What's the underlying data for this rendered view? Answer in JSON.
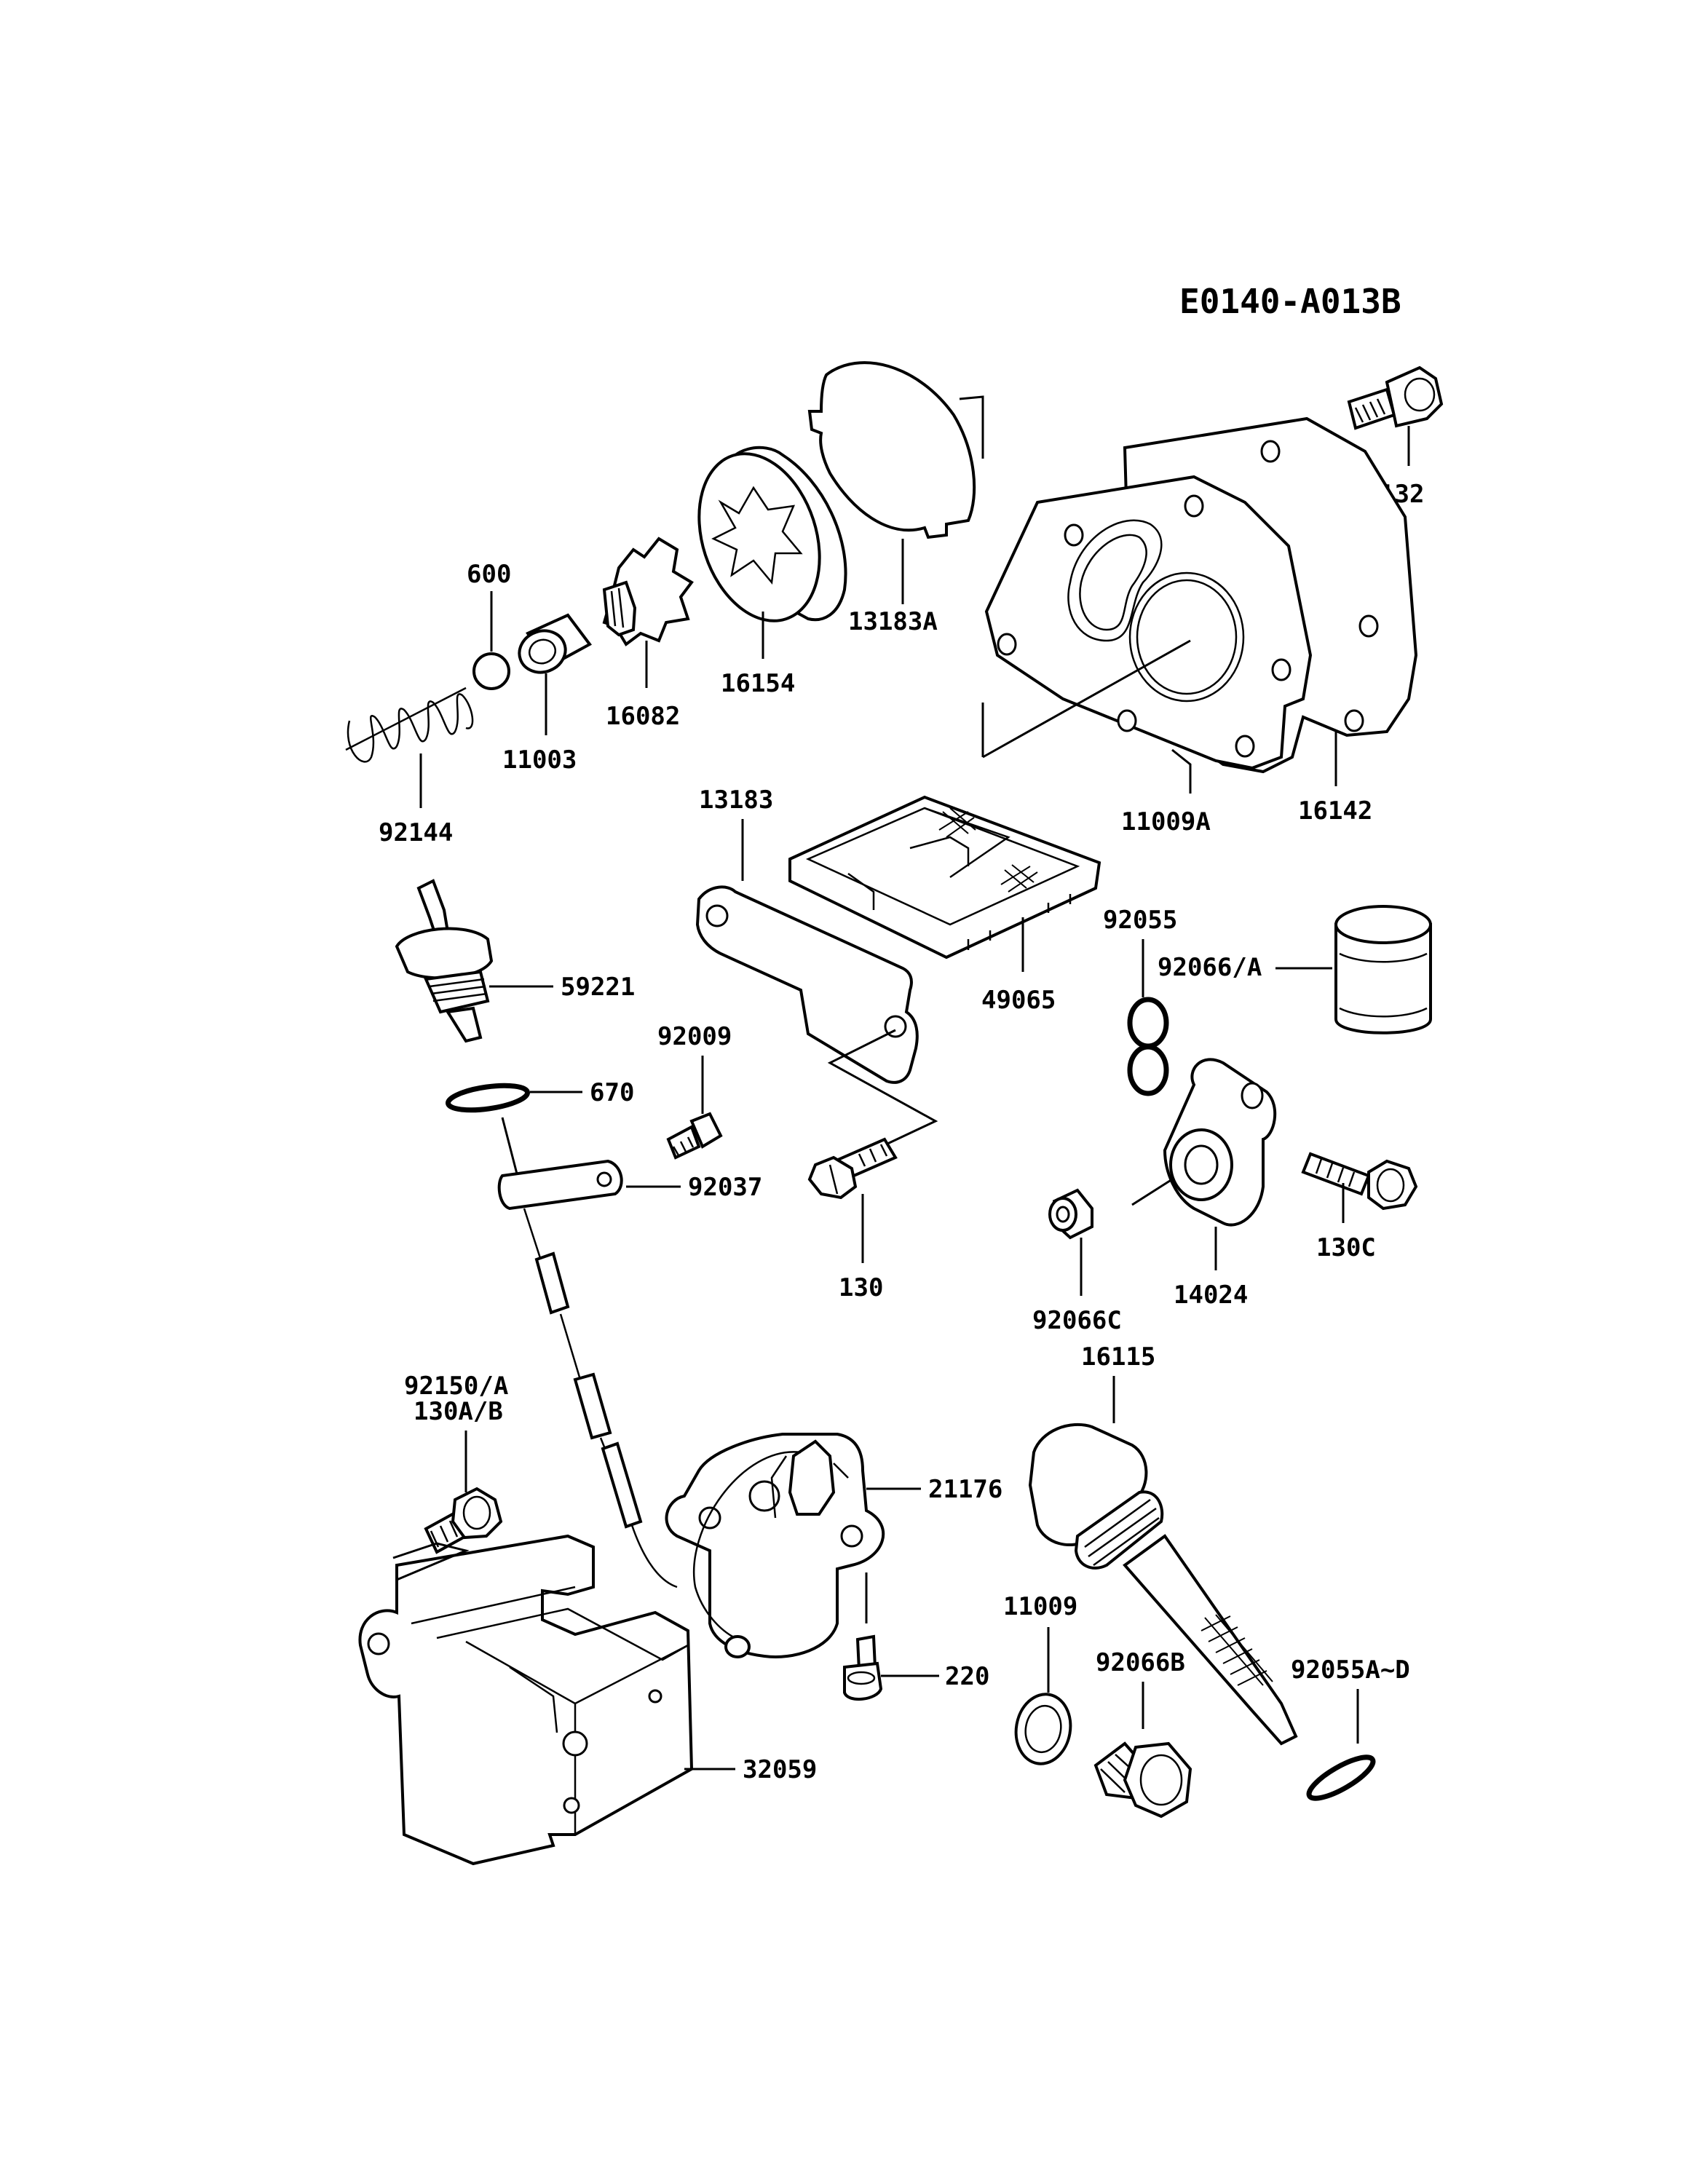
{
  "diagram_code": "E0140-A013B",
  "callouts": {
    "p132": "132",
    "p600": "600",
    "p16154": "16154",
    "p13183A": "13183A",
    "p16082": "16082",
    "p11003": "11003",
    "p92144": "92144",
    "p11009A": "11009A",
    "p16142": "16142",
    "p13183": "13183",
    "p49065": "49065",
    "p92055": "92055",
    "p92066A": "92066/A",
    "p59221": "59221",
    "p92009": "92009",
    "p670": "670",
    "p92037": "92037",
    "p130": "130",
    "p130C": "130C",
    "p92066C": "92066C",
    "p14024": "14024",
    "p16115": "16115",
    "p92150A": "92150/A",
    "p130AB": "130A/B",
    "p21176": "21176",
    "p11009": "11009",
    "p92066B": "92066B",
    "p92055AD": "92055A~D",
    "p220": "220",
    "p32059": "32059"
  }
}
